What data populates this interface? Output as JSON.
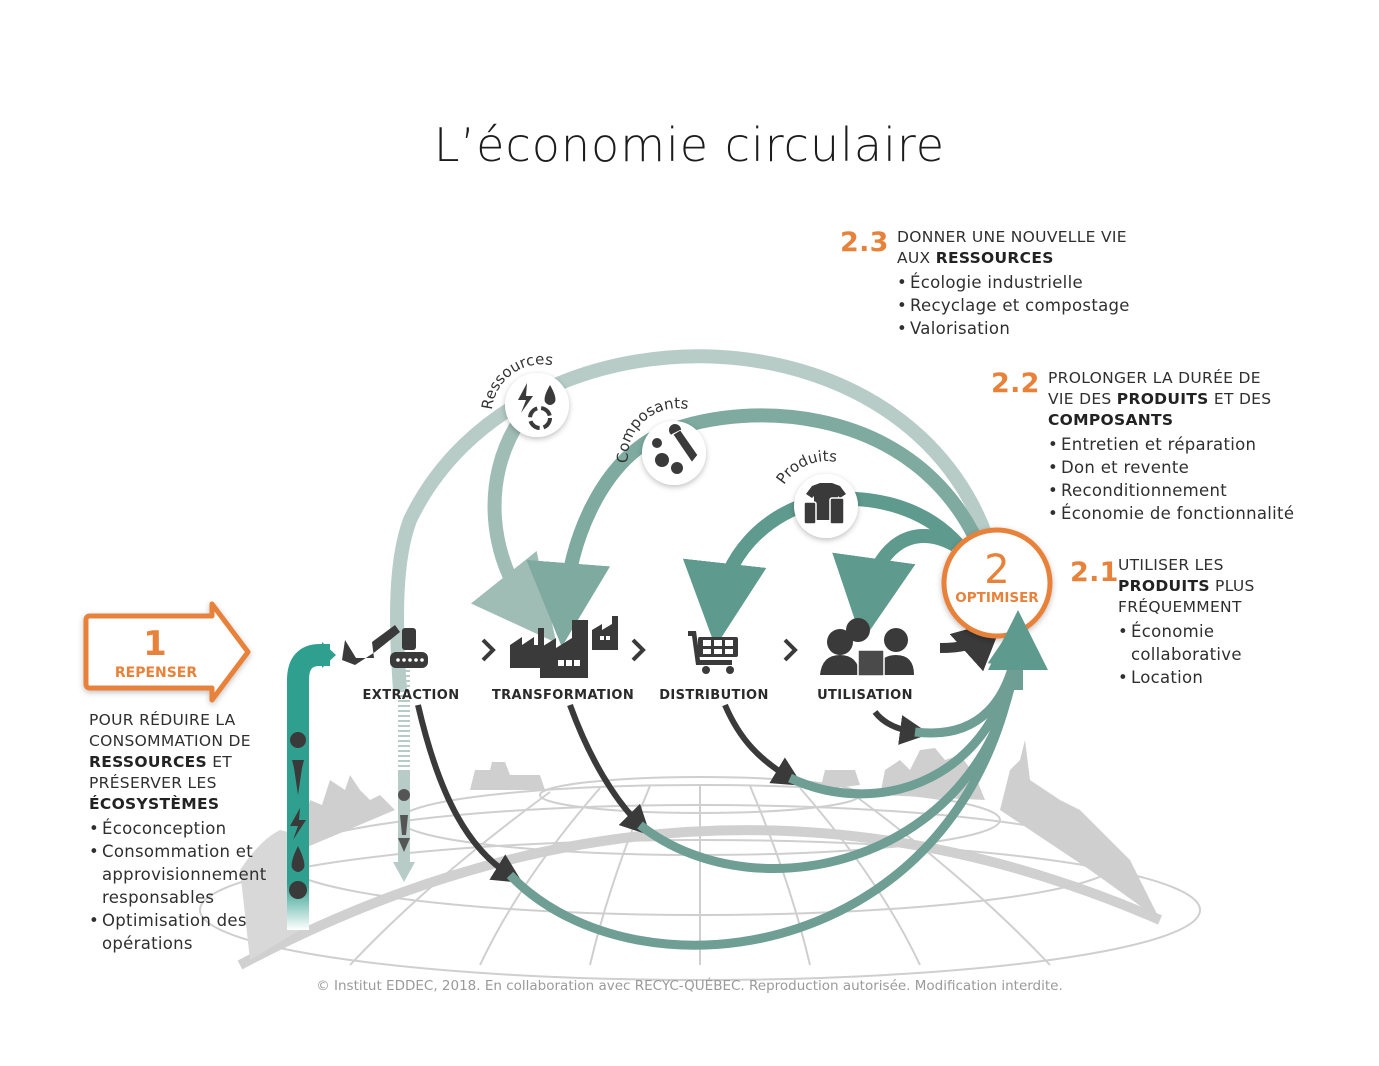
{
  "title": "L’économie circulaire",
  "repenser": {
    "number": "1",
    "label": "REPENSER",
    "description_parts": [
      {
        "text": "POUR RÉDUIRE LA CONSOMMATION DE ",
        "bold": false
      },
      {
        "text": "RESSOURCES",
        "bold": true
      },
      {
        "text": " ET PRÉSERVER LES ",
        "bold": false
      },
      {
        "text": "ÉCOSYSTÈMES",
        "bold": true
      }
    ],
    "line1": "POUR RÉDUIRE LA",
    "line2": "CONSOMMATION DE",
    "line3_bold": "RESSOURCES",
    "line3_rest": " ET",
    "line4": "PRÉSERVER LES",
    "line5_bold": "ÉCOSYSTÈMES",
    "items": [
      "Écoconception",
      "Consommation et approvisionnement responsables",
      "Optimisation des opérations"
    ]
  },
  "optimiser": {
    "number": "2",
    "label": "OPTIMISER"
  },
  "strategies": [
    {
      "number": "2.3",
      "head_line1": "DONNER UNE NOUVELLE VIE",
      "head_line2_pre": "AUX ",
      "head_line2_bold": "RESSOURCES",
      "items": [
        "Écologie industrielle",
        "Recyclage et compostage",
        "Valorisation"
      ]
    },
    {
      "number": "2.2",
      "head_line1": "PROLONGER LA DURÉE DE",
      "head_line2_pre": "VIE DES ",
      "head_line2_bold": "PRODUITS",
      "head_line2_post": " ET DES",
      "head_line3_bold": "COMPOSANTS",
      "items": [
        "Entretien et réparation",
        "Don et revente",
        "Reconditionnement",
        "Économie de fonctionnalité"
      ]
    },
    {
      "number": "2.1",
      "head_line1": "UTILISER LES",
      "head_line2_bold": "PRODUITS",
      "head_line2_post": " PLUS",
      "head_line3": "FRÉQUEMMENT",
      "items": [
        "Économie collaborative",
        "Location"
      ]
    }
  ],
  "value_chain": [
    {
      "label": "EXTRACTION",
      "icon": "excavator-icon"
    },
    {
      "label": "TRANSFORMATION",
      "icon": "factory-icon"
    },
    {
      "label": "DISTRIBUTION",
      "icon": "shopping-cart-icon"
    },
    {
      "label": "UTILISATION",
      "icon": "people-with-box-icon"
    }
  ],
  "loops": [
    {
      "label": "Ressources",
      "icons": [
        "lightning-icon",
        "water-drop-icon",
        "recycle-icon"
      ]
    },
    {
      "label": "Composants",
      "icons": [
        "gears-icon",
        "wrench-icon"
      ]
    },
    {
      "label": "Produits",
      "icons": [
        "tshirt-icon",
        "bottle-icon",
        "phone-icon"
      ]
    }
  ],
  "input_resources": [
    "apple-icon",
    "fish-icon",
    "lightning-icon",
    "water-drop-icon",
    "ore-icon"
  ],
  "output_waste": [
    "apple-core-icon",
    "fish-bone-icon"
  ],
  "colors": {
    "orange": "#e8823a",
    "teal": "#4f9a8c",
    "teal_light": "#9fbdb5",
    "teal_bright": "#2fa08f",
    "dark": "#3a3a3a",
    "globe_gray": "#c8c8c8"
  },
  "footer": "© Institut EDDEC, 2018. En collaboration avec RECYC-QUÉBEC. Reproduction autorisée. Modification interdite."
}
